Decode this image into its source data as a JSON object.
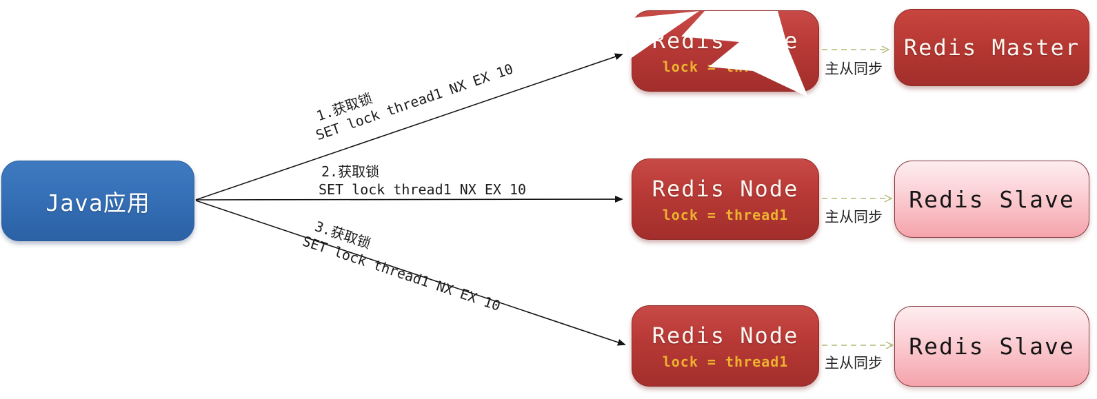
{
  "diagram": {
    "title_hint": "Java application acquiring a distributed lock on three Redis nodes with master-slave replication",
    "java_app": {
      "label": "Java应用"
    },
    "nodes": [
      {
        "title": "Redis Node",
        "lock_value": "lock = thread1",
        "status": "crashed"
      },
      {
        "title": "Redis Node",
        "lock_value": "lock = thread1",
        "status": "ok"
      },
      {
        "title": "Redis Node",
        "lock_value": "lock = thread1",
        "status": "ok"
      }
    ],
    "replicas": [
      {
        "title": "Redis Master",
        "role": "master"
      },
      {
        "title": "Redis Slave",
        "role": "slave"
      },
      {
        "title": "Redis Slave",
        "role": "slave"
      }
    ],
    "requests": [
      {
        "step": "1.获取锁",
        "command": "SET lock thread1 NX EX 10"
      },
      {
        "step": "2.获取锁",
        "command": "SET lock thread1 NX EX 10"
      },
      {
        "step": "3.获取锁",
        "command": "SET lock thread1 NX EX 10"
      }
    ],
    "sync": {
      "label": "主从同步"
    },
    "icons": {
      "crash": "lightning-bolt-icon"
    },
    "colors": {
      "java_box": "#356fb6",
      "redis_node": "#b03330",
      "redis_slave": "#f8c0c6",
      "lock_text": "#edb32f",
      "sync_arrow": "#b3b773",
      "request_arrow": "#141414",
      "bolt": "#ffffff"
    }
  }
}
